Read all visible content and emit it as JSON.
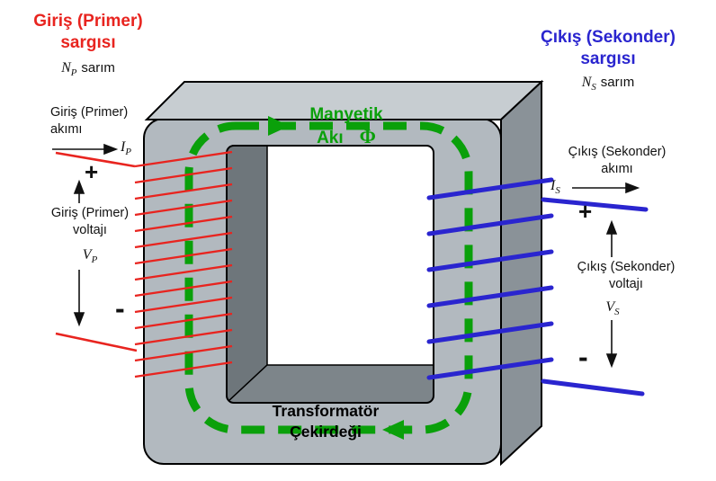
{
  "primary": {
    "title1": "Giriş (Primer)",
    "title2": "sargısı",
    "turns": {
      "var": "N",
      "sub": "P",
      "word": "sarım"
    },
    "current_label1": "Giriş (Primer)",
    "current_label2": "akımı",
    "current": {
      "var": "I",
      "sub": "P"
    },
    "plus": "+",
    "voltage_label1": "Giriş (Primer)",
    "voltage_label2": "voltajı",
    "voltage": {
      "var": "V",
      "sub": "P"
    },
    "minus": "-"
  },
  "secondary": {
    "title1": "Çıkış (Sekonder)",
    "title2": "sargısı",
    "turns": {
      "var": "N",
      "sub": "S",
      "word": "sarım"
    },
    "current_label1": "Çıkış (Sekonder)",
    "current_label2": "akımı",
    "current": {
      "var": "I",
      "sub": "S"
    },
    "plus": "+",
    "voltage_label1": "Çıkış (Sekonder)",
    "voltage_label2": "voltajı",
    "voltage": {
      "var": "V",
      "sub": "S"
    },
    "minus": "-"
  },
  "flux": {
    "label1": "Manyetik",
    "label2": "Akı",
    "symbol": "Φ"
  },
  "core": {
    "label1": "Transformatör",
    "label2": "Çekirdeği"
  },
  "colors": {
    "primary": "#e8241f",
    "secondary": "#2a25cf",
    "flux": "#0aa00a",
    "core_front": "#b2b9bf",
    "core_top": "#c7cdd1",
    "core_side": "#8a9298"
  }
}
